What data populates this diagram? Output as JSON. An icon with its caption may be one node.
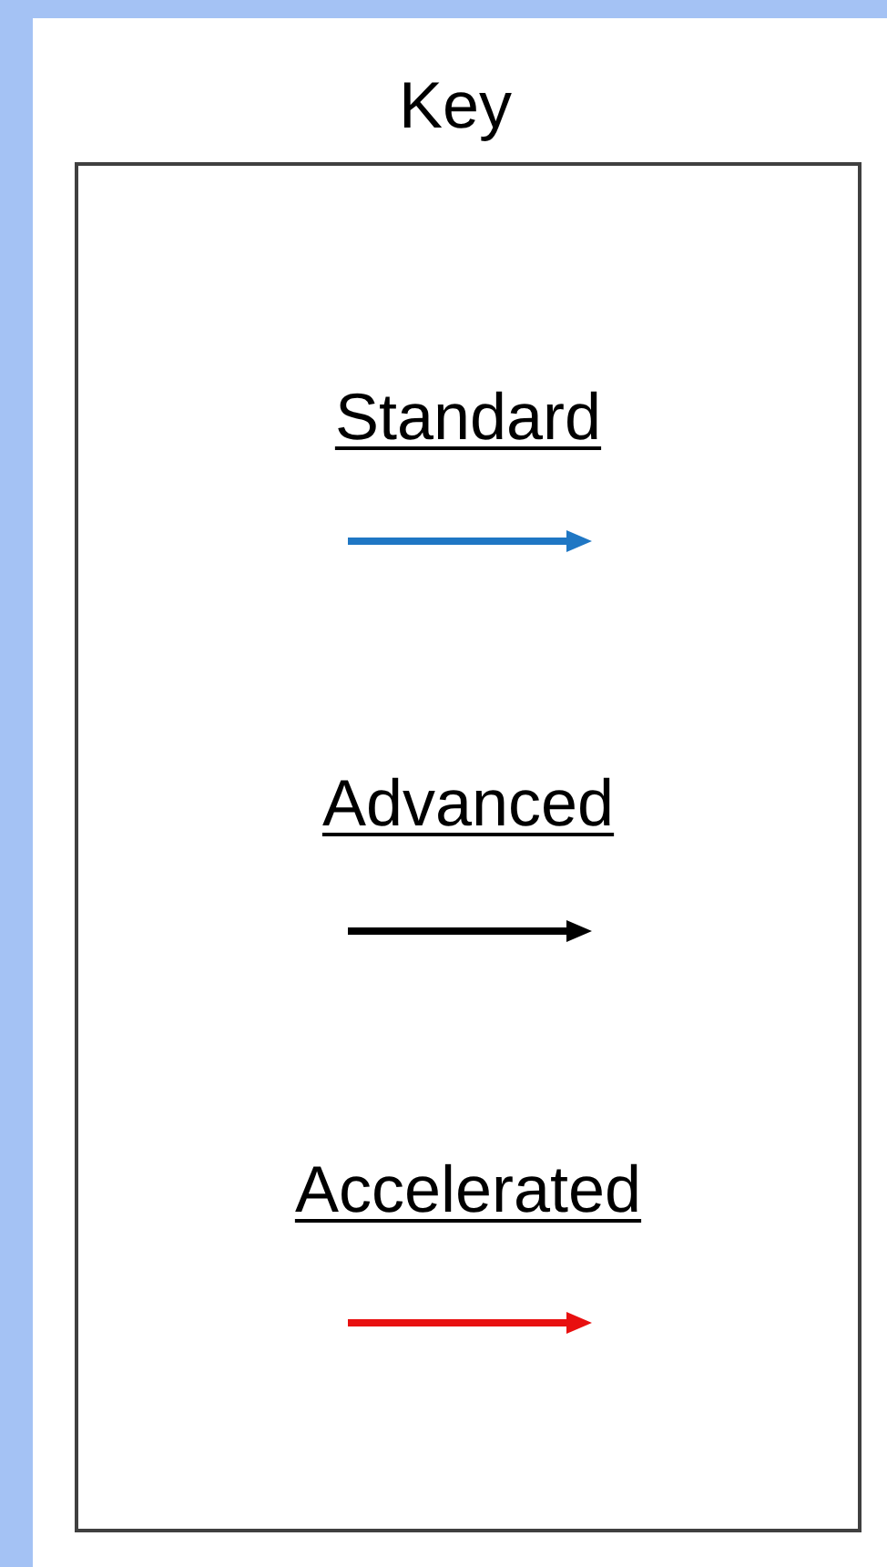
{
  "diagram": {
    "title": "Key",
    "legend": [
      {
        "text": "Standard",
        "color": "#1f77c4"
      },
      {
        "text": "Advanced",
        "color": "#000000"
      },
      {
        "text": "Accelerated",
        "color": "#e81010"
      }
    ]
  }
}
